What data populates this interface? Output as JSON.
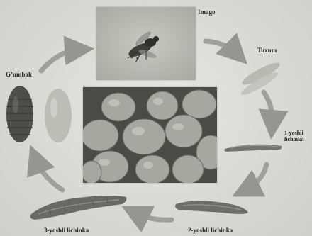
{
  "stages": {
    "imago": "Imago",
    "egg": "Tuxum",
    "larva_1": "1-yoshli lichinka",
    "larva_2": "2-yoshli lichinka",
    "larva_3": "3-yoshli lichinka",
    "pupa": "G’umbak"
  },
  "colors": {
    "arrow": "#8f8f8a",
    "larva": "#6e6e68",
    "egg_cluster": "#a9a9a2"
  }
}
